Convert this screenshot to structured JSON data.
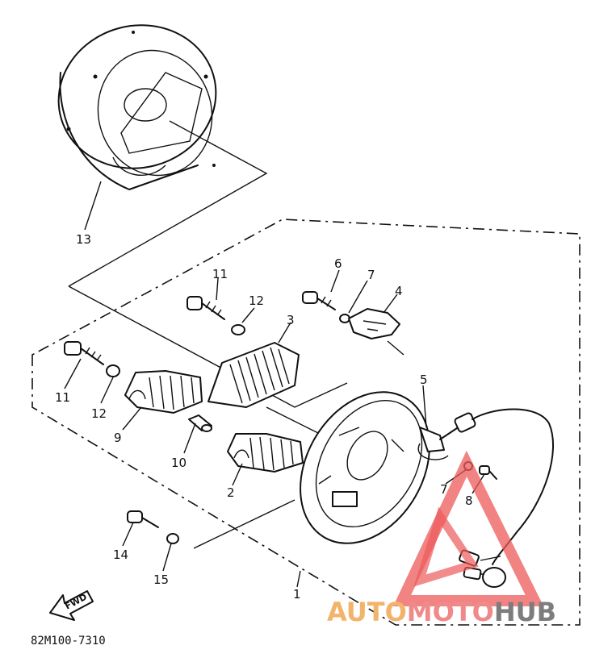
{
  "parts": [
    {
      "label": "1"
    },
    {
      "label": "2"
    },
    {
      "label": "3"
    },
    {
      "label": "4"
    },
    {
      "label": "5"
    },
    {
      "label": "6"
    },
    {
      "label": "7"
    },
    {
      "label": "7"
    },
    {
      "label": "8"
    },
    {
      "label": "9"
    },
    {
      "label": "10"
    },
    {
      "label": "11"
    },
    {
      "label": "11"
    },
    {
      "label": "12"
    },
    {
      "label": "12"
    },
    {
      "label": "13"
    },
    {
      "label": "14"
    },
    {
      "label": "15"
    }
  ],
  "fwd_label": "FWD",
  "drawing_code": "82M100-7310",
  "watermark": {
    "part1": "AUTO",
    "part2": "MOTO",
    "part3": "HUB",
    "color_auto": "#f2b46b",
    "color_moto": "#f08a8a",
    "color_hub": "#7d7d7d",
    "logo_color": "#ec5a5a"
  }
}
